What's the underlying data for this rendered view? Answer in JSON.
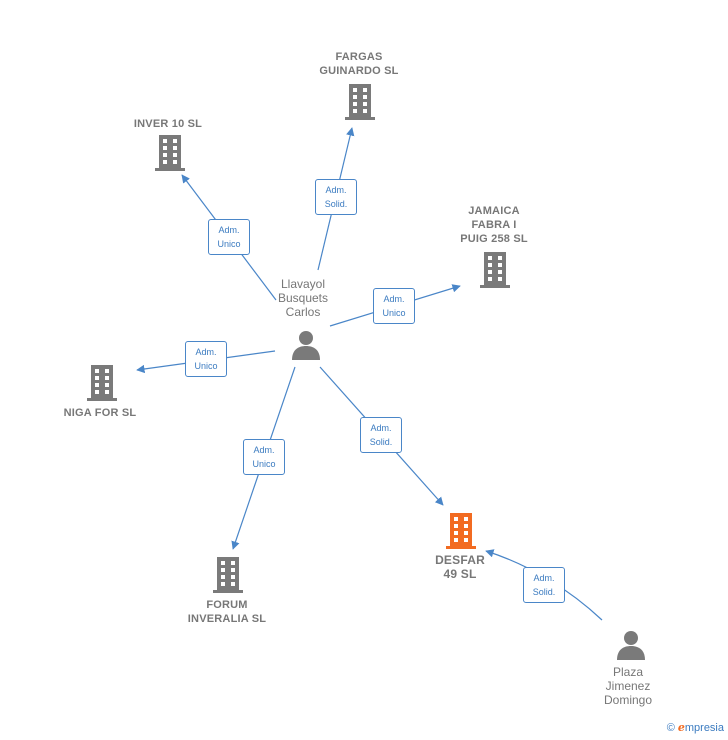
{
  "colors": {
    "edge": "#4a86c8",
    "company": "#7a7a7a",
    "company_main": "#f26b21",
    "person": "#7a7a7a"
  },
  "nodes": {
    "fargas": {
      "label": "FARGAS\nGUINARDO  SL",
      "icon": "building-icon"
    },
    "inver": {
      "label": "INVER 10 SL",
      "icon": "building-icon"
    },
    "jamaica": {
      "label": "JAMAICA\nFABRA I\nPUIG 258 SL",
      "icon": "building-icon"
    },
    "niga": {
      "label": "NIGA FOR SL",
      "icon": "building-icon"
    },
    "forum": {
      "label": "FORUM\nINVERALIA SL",
      "icon": "building-icon"
    },
    "desfar": {
      "label": "DESFAR\n49  SL",
      "icon": "building-icon"
    },
    "llavayol": {
      "label": "Llavayol\nBusquets\nCarlos",
      "icon": "person-icon"
    },
    "plaza": {
      "label": "Plaza\nJimenez\nDomingo",
      "icon": "person-icon"
    }
  },
  "edges": {
    "to_fargas": {
      "label": "Adm.\nSolid."
    },
    "to_inver": {
      "label": "Adm.\nUnico"
    },
    "to_jamaica": {
      "label": "Adm.\nUnico"
    },
    "to_niga": {
      "label": "Adm.\nUnico"
    },
    "to_forum": {
      "label": "Adm.\nUnico"
    },
    "to_desfar": {
      "label": "Adm.\nSolid."
    },
    "plaza_to_desfar": {
      "label": "Adm.\nSolid."
    }
  },
  "brand": {
    "copyright": "©",
    "initial": "e",
    "rest": "mpresia"
  }
}
